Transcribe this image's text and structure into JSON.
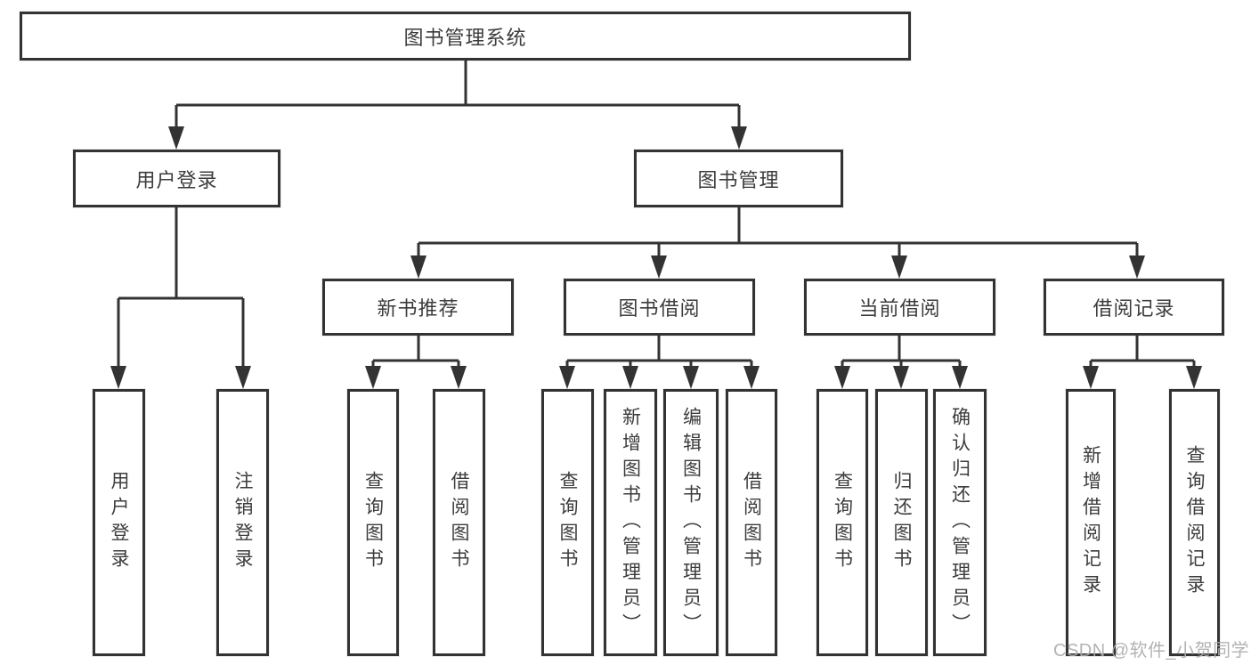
{
  "diagram": {
    "type": "tree",
    "title": "图书管理系统",
    "watermark": "CSDN @软件_小贺同学",
    "colors": {
      "line": "#333333",
      "box_border": "#333333",
      "text": "#3c3c3c",
      "background": "#ffffff",
      "watermark": "#adadad"
    }
  },
  "tree": {
    "root": {
      "label": "图书管理系统"
    },
    "user_login": {
      "label": "用户登录",
      "children": {
        "login": {
          "label": "用户登录"
        },
        "logout": {
          "label": "注销登录"
        }
      }
    },
    "book_mgmt": {
      "label": "图书管理",
      "children": {
        "new_book_rec": {
          "label": "新书推荐",
          "children": {
            "query_books": {
              "label": "查询图书"
            },
            "borrow_books": {
              "label": "借阅图书"
            }
          }
        },
        "book_borrow": {
          "label": "图书借阅",
          "children": {
            "query_books": {
              "label": "查询图书"
            },
            "add_books": {
              "label": "新增图书（管理员）"
            },
            "edit_books": {
              "label": "编辑图书（管理员）"
            },
            "borrow_books": {
              "label": "借阅图书"
            }
          }
        },
        "current_borrow": {
          "label": "当前借阅",
          "children": {
            "query_books": {
              "label": "查询图书"
            },
            "return_books": {
              "label": "归还图书"
            },
            "confirm_return": {
              "label": "确认归还（管理员）"
            }
          }
        },
        "borrow_records": {
          "label": "借阅记录",
          "children": {
            "add_record": {
              "label": "新增借阅记录"
            },
            "query_record": {
              "label": "查询借阅记录"
            }
          }
        }
      }
    }
  }
}
